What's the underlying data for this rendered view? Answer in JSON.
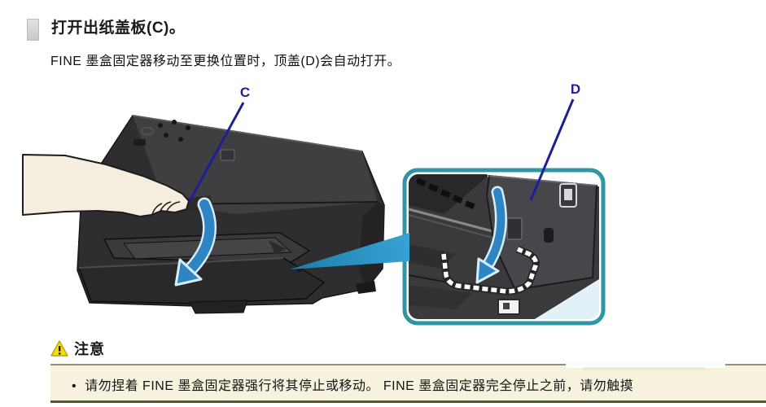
{
  "step": {
    "title": "打开出纸盖板(C)。",
    "description": "FINE 墨盒固定器移动至更换位置时，顶盖(D)会自动打开。"
  },
  "figure": {
    "label_c": "C",
    "label_d": "D",
    "colors": {
      "printer_body": "#2e2e30",
      "printer_top": "#3f3f42",
      "arrow_blue": "#2e85c3",
      "arrow_outline": "#d6eef8",
      "label_navy": "#1e1e96",
      "inset_border": "#2e96a5",
      "wedge_blue": "#2489bf",
      "hand_skin": "#f5eddd"
    },
    "icons": [
      "printer-illustration",
      "hand-icon",
      "open-direction-arrow-icon",
      "zoom-callout-wedge",
      "detail-inset"
    ]
  },
  "caution": {
    "title": "注意",
    "icon": "warning-triangle-icon",
    "icon_color": "#f7e000",
    "box_bg": "#f6f2de",
    "border_top": "#90907e",
    "border_bottom": "#55553b",
    "bullet": "•",
    "text": "请勿捏着 FINE 墨盒固定器强行将其停止或移动。 FINE 墨盒固定器完全停止之前，请勿触摸"
  }
}
